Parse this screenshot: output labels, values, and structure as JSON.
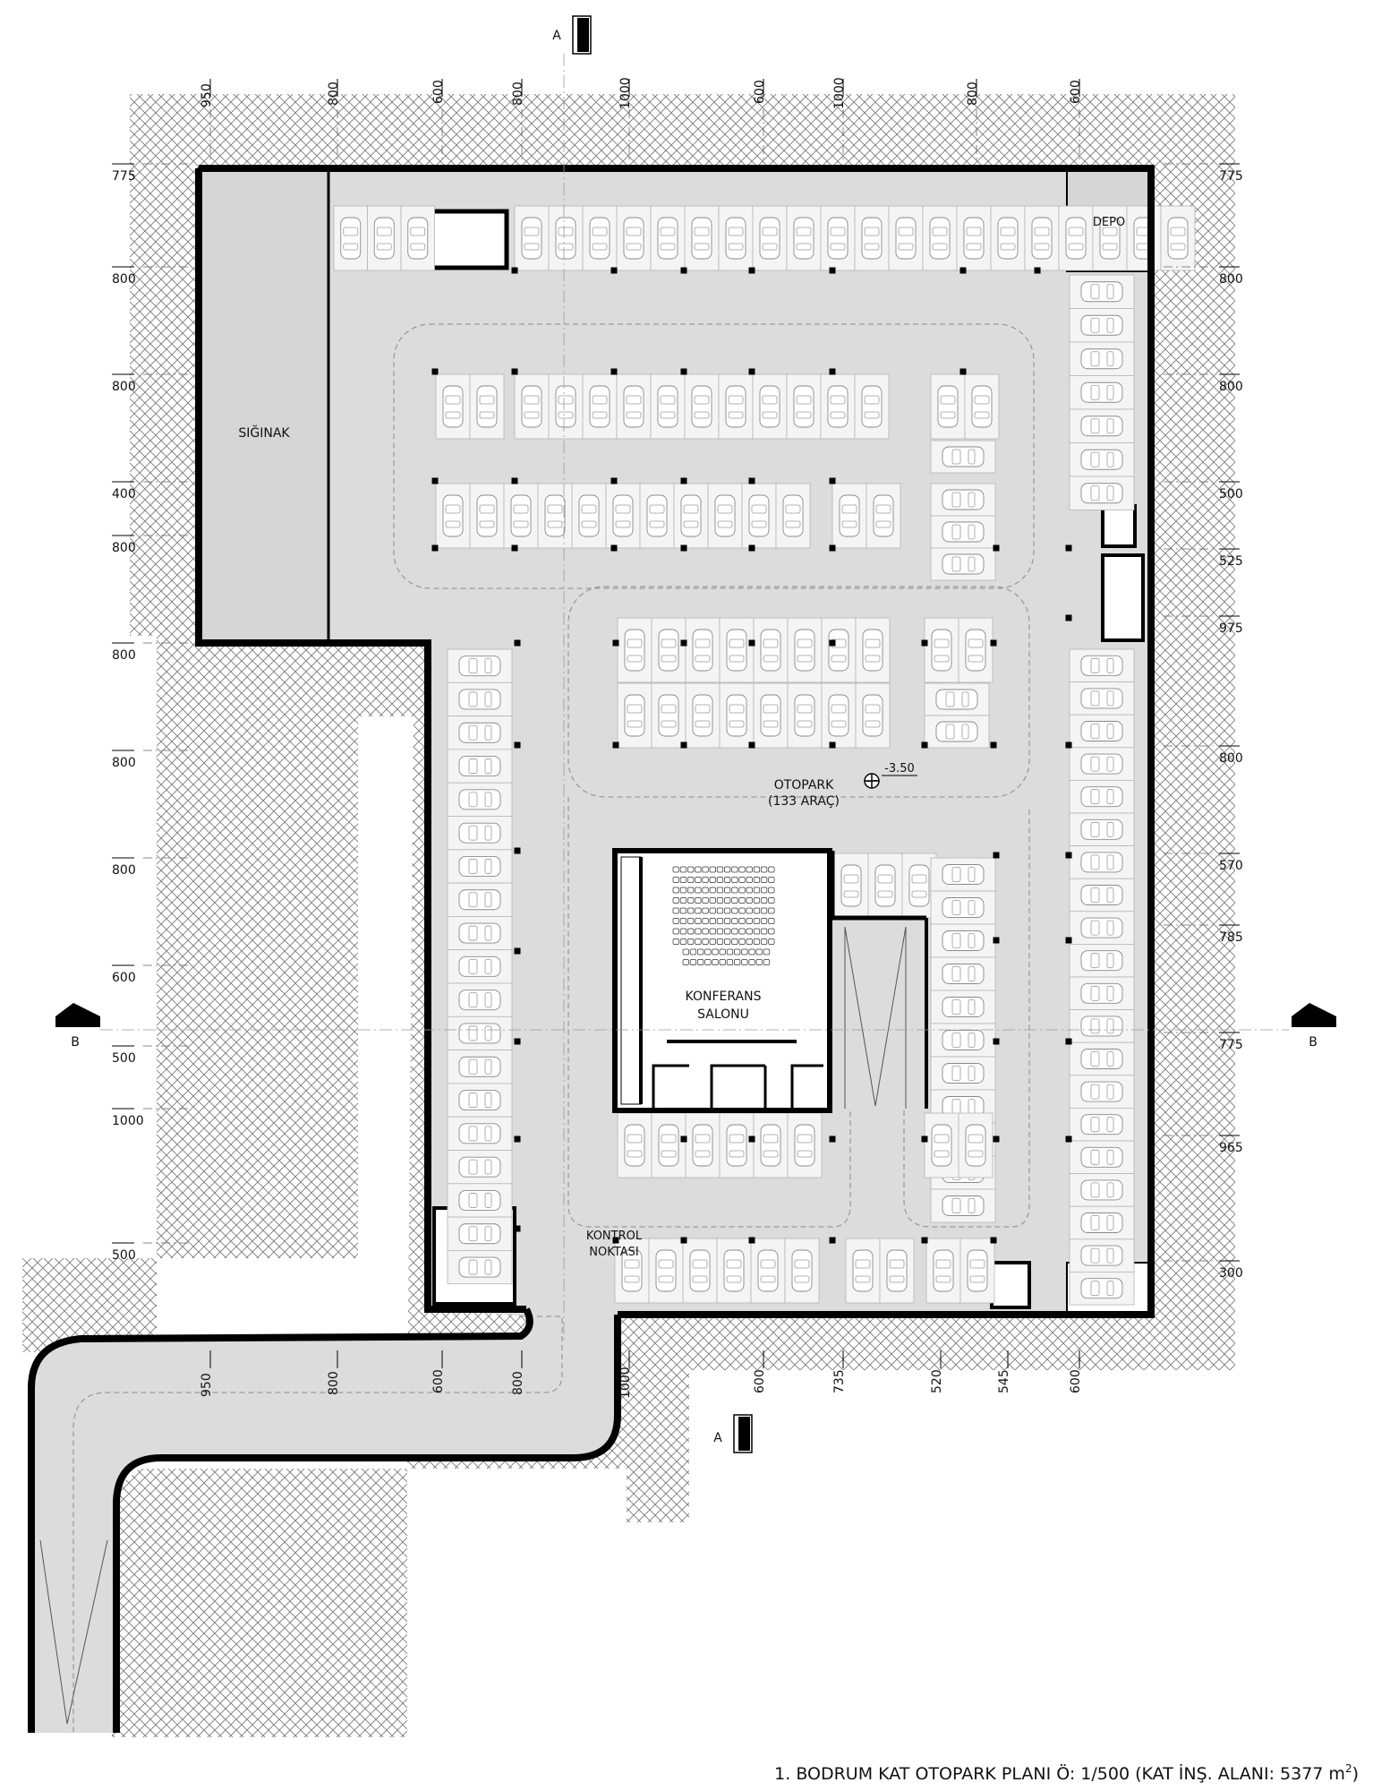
{
  "drawing": {
    "caption_main": "1. BODRUM KAT OTOPARK PLANI Ö: 1/500 (KAT İNŞ. ALANI: 5377 m",
    "caption_sup": "2",
    "caption_close": ")"
  },
  "rooms": {
    "siginak": "SIĞINAK",
    "depo": "DEPO",
    "otopark_line1": "OTOPARK",
    "otopark_line2": "(133 ARAÇ)",
    "konferans_line1": "KONFERANS",
    "konferans_line2": "SALONU",
    "kontrol_line1": "KONTROL",
    "kontrol_line2": "NOKTASI",
    "level": "-3.50"
  },
  "section_marks": {
    "a": "A",
    "b": "B"
  },
  "dimensions": {
    "top": [
      "950",
      "800",
      "600",
      "800",
      "1000",
      "600",
      "1000",
      "800",
      "600"
    ],
    "bottom": [
      "950",
      "800",
      "600",
      "800",
      "1000",
      "600",
      "735",
      "520",
      "545",
      "600"
    ],
    "left": [
      "775",
      "800",
      "800",
      "400",
      "800",
      "800",
      "800",
      "800",
      "600",
      "500",
      "1000",
      "500"
    ],
    "right": [
      "775",
      "800",
      "800",
      "500",
      "525",
      "975",
      "800",
      "570",
      "785",
      "775",
      "965",
      "300"
    ]
  },
  "colors": {
    "floor": "#dcdcdc",
    "wall": "#000000",
    "stall": "#f4f4f4",
    "hatch": "#7a7a7a"
  }
}
